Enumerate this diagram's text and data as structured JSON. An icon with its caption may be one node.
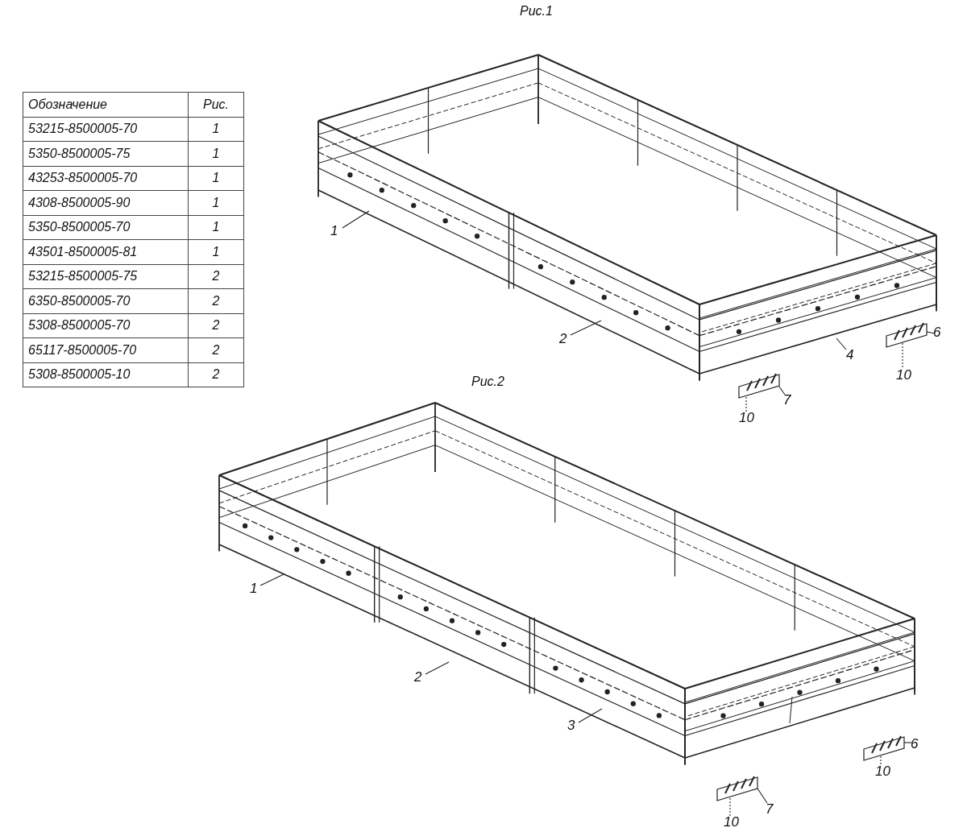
{
  "diagram": {
    "nodes": [
      {
        "text": [
          "1"
        ]
      },
      {
        "text": [
          "2"
        ]
      },
      {
        "text": [
          "4"
        ]
      },
      {
        "text": [
          "6"
        ]
      },
      {
        "text": [
          "10"
        ]
      },
      {
        "text": [
          "7"
        ]
      },
      {
        "text": [
          "10"
        ]
      },
      {
        "text": [
          "1"
        ]
      },
      {
        "text": [
          "2"
        ]
      },
      {
        "text": [
          "3"
        ]
      },
      {
        "text": [
          "6"
        ]
      },
      {
        "text": [
          "10"
        ]
      },
      {
        "text": [
          "7"
        ]
      },
      {
        "text": [
          "10"
        ]
      },
      {
        "text": [],
        "shape": "picture"
      },
      {
        "text": [],
        "shape": "picture"
      },
      {
        "text": [],
        "shape": "picture"
      },
      {
        "text": [],
        "shape": "picture"
      }
    ],
    "edges": [
      {
        "from": 0,
        "to": null,
        "arrow": "none"
      },
      {
        "from": 1,
        "to": null,
        "arrow": "none"
      },
      {
        "from": 2,
        "to": null,
        "arrow": "none"
      },
      {
        "from": 3,
        "to": 14,
        "arrow": "none"
      },
      {
        "from": 4,
        "to": 14,
        "arrow": "none",
        "style": "dashed"
      },
      {
        "from": 5,
        "to": 15,
        "arrow": "none"
      },
      {
        "from": 6,
        "to": 15,
        "arrow": "none",
        "style": "dashed"
      },
      {
        "from": 7,
        "to": null,
        "arrow": "none"
      },
      {
        "from": 8,
        "to": null,
        "arrow": "none"
      },
      {
        "from": 9,
        "to": null,
        "arrow": "none"
      },
      {
        "from": 10,
        "to": 16,
        "arrow": "none"
      },
      {
        "from": 11,
        "to": 16,
        "arrow": "none",
        "style": "dashed"
      },
      {
        "from": 12,
        "to": 17,
        "arrow": "none"
      },
      {
        "from": 13,
        "to": 17,
        "arrow": "none",
        "style": "dashed"
      }
    ],
    "labels": [
      "Рис.1",
      "Обозначение",
      "Рис.",
      "53215-8500005-70",
      "1",
      "5350-8500005-75",
      "1",
      "43253-8500005-70",
      "1",
      "4308-8500005-90",
      "1",
      "5350-8500005-70",
      "1",
      "43501-8500005-81",
      "1",
      "53215-8500005-75",
      "2",
      "6350-8500005-70",
      "2",
      "5308-8500005-70",
      "2",
      "65117-8500005-70",
      "2",
      "5308-8500005-10",
      "2",
      "Рис.2"
    ]
  }
}
